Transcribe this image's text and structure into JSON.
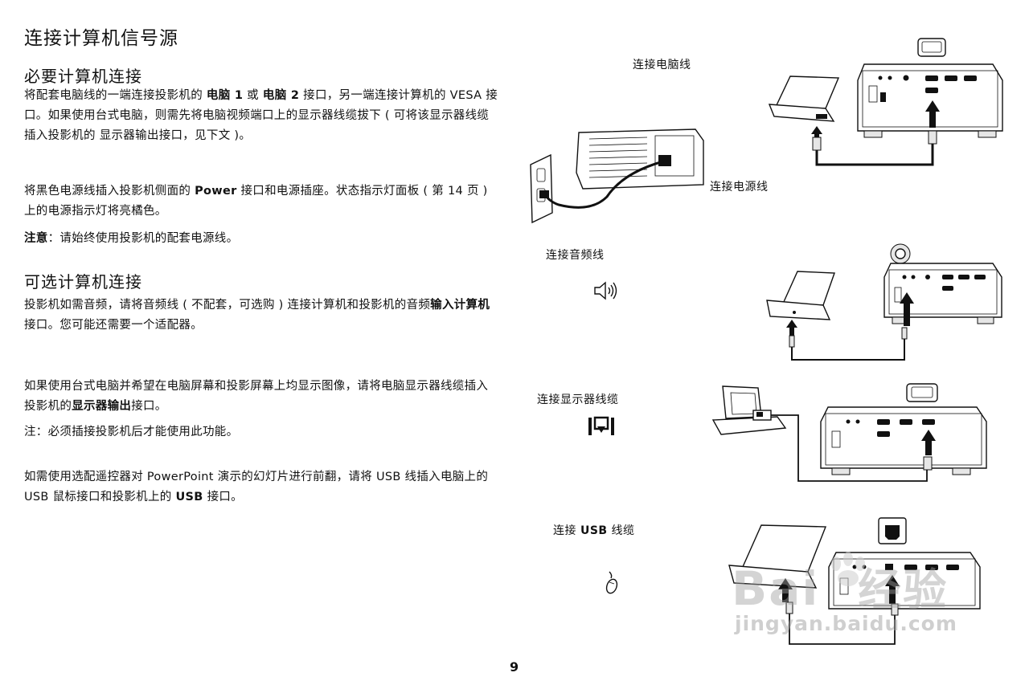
{
  "title": "连接计算机信号源",
  "sections": {
    "required": {
      "heading": "必要计算机连接",
      "p1": [
        "将配套电脑线的一端连接投影机的 ",
        "电脑 1",
        " 或 ",
        "电脑 2",
        " 接口，另一端连接计算机的 VESA 接口。如果使用台式电脑，则需先将电脑视频端口上的显示器线缆拔下 ( 可将该显示器线缆插入投影机的 显示器输出接口，见下文 )。"
      ],
      "p2": [
        "将黑色电源线插入投影机侧面的 ",
        "Power",
        " 接口和电源插座。状态指示灯面板 ( 第 14 页 ) 上的电源指示灯将亮橘色。"
      ],
      "note": [
        "注意",
        "：请始终使用投影机的配套电源线。"
      ]
    },
    "optional": {
      "heading": "可选计算机连接",
      "p1": [
        "投影机如需音频，请将音频线 ( 不配套，可选购 ) 连接计算机和投影机的音频",
        "输入计算机",
        "接口。您可能还需要一个适配器。"
      ],
      "p2": [
        "如果使用台式电脑并希望在电脑屏幕和投影屏幕上均显示图像，请将电脑显示器线缆插入投影机的",
        "显示器输出",
        "接口。"
      ],
      "note": "注：必须插接投影机后才能使用此功能。",
      "p3": [
        "如需使用选配遥控器对 PowerPoint 演示的幻灯片进行前翻，请将 USB 线插入电脑上的 USB 鼠标接口和投影机上的 ",
        "USB",
        " 接口。"
      ]
    }
  },
  "captions": {
    "computer_cable": "连接电脑线",
    "power_cable": "连接电源线",
    "audio_cable": "连接音频线",
    "monitor_cable": "连接显示器线缆",
    "usb_prefix": "连接 ",
    "usb_bold": "USB",
    "usb_suffix": " 线缆"
  },
  "icons": {
    "audio": "speaker-icon",
    "monitor": "monitor-out-icon",
    "usb": "mouse-icon"
  },
  "watermark": {
    "brand": "Bai",
    "brand_cn": "经验",
    "url": "jingyan.baidu.com"
  },
  "page_number": "9"
}
